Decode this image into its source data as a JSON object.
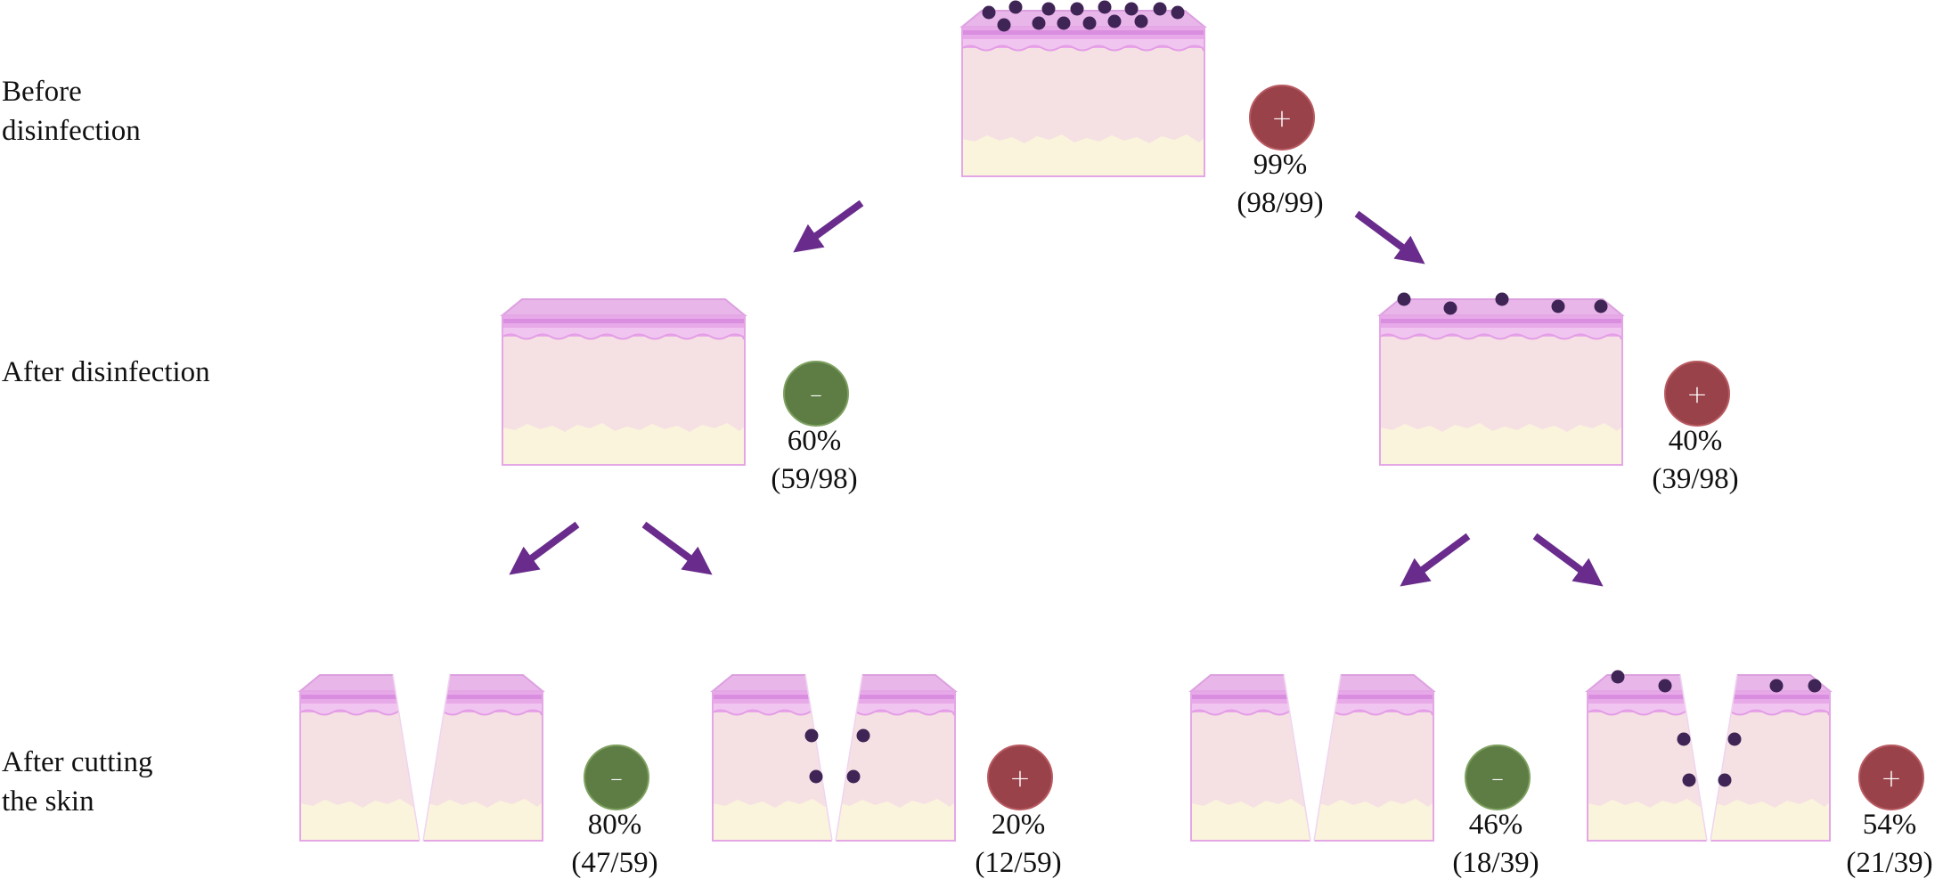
{
  "rows": {
    "before": "Before\ndisinfection",
    "after_disinfection": "After disinfection",
    "after_cutting": "After cutting\nthe skin"
  },
  "nodes": {
    "root": {
      "sign": "+",
      "percent": "99%",
      "fraction": "(98/99)"
    },
    "dis_neg": {
      "sign": "–",
      "percent": "60%",
      "fraction": "(59/98)"
    },
    "dis_pos": {
      "sign": "+",
      "percent": "40%",
      "fraction": "(39/98)"
    },
    "cut_neg_neg": {
      "sign": "–",
      "percent": "80%",
      "fraction": "(47/59)"
    },
    "cut_neg_pos": {
      "sign": "+",
      "percent": "20%",
      "fraction": "(12/59)"
    },
    "cut_pos_neg": {
      "sign": "–",
      "percent": "46%",
      "fraction": "(18/39)"
    },
    "cut_pos_pos": {
      "sign": "+",
      "percent": "54%",
      "fraction": "(21/39)"
    }
  },
  "colors": {
    "positive": "#9a4249",
    "negative": "#5d7d45",
    "arrow": "#6a2c8c",
    "bacteria": "#3f2456",
    "epidermis": "#e9b6ea",
    "dermis": "#f5e1e3",
    "fat": "#fbf4dc"
  }
}
